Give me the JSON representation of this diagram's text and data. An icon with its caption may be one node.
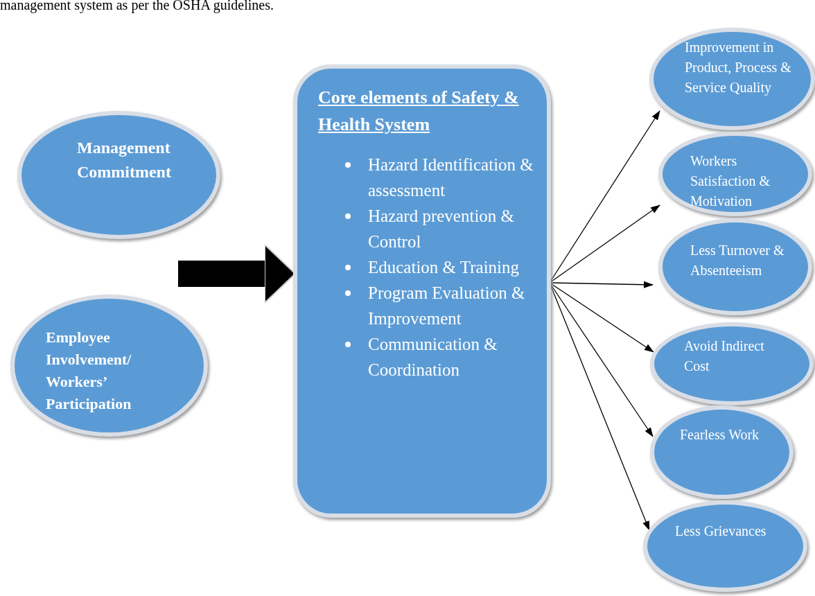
{
  "diagram": {
    "nodes": [
      {
        "text": [
          "Management Commitment"
        ]
      },
      {
        "text": [
          "Employee Involvement/ Workers’ Participation"
        ]
      },
      {
        "text": [
          "Core elements of Safety & Health System",
          "Hazard Identification & assessment",
          "Hazard prevention & Control",
          "Education & Training",
          "Program Evaluation & Improvement",
          "Communication & Coordination"
        ]
      },
      {
        "text": [
          "Improvement in Product, Process & Service Quality"
        ]
      },
      {
        "text": [
          "Workers Satisfaction & Motivation"
        ]
      },
      {
        "text": [
          "Less Turnover & Absenteeism"
        ]
      },
      {
        "text": [
          "Avoid Indirect Cost"
        ]
      },
      {
        "text": [
          "Fearless Work"
        ]
      },
      {
        "text": [
          "Less Grievances"
        ]
      }
    ],
    "edges": [
      {
        "from": null,
        "to": 2,
        "arrow": "to",
        "style": "thick"
      },
      {
        "from": 2,
        "to": 3,
        "arrow": "to"
      },
      {
        "from": 2,
        "to": 4,
        "arrow": "to"
      },
      {
        "from": 2,
        "to": 5,
        "arrow": "to"
      },
      {
        "from": 2,
        "to": 6,
        "arrow": "to"
      },
      {
        "from": 2,
        "to": 7,
        "arrow": "to"
      },
      {
        "from": 2,
        "to": 8,
        "arrow": "to"
      }
    ],
    "labels": [
      "management system as per the OSHA guidelines."
    ]
  }
}
